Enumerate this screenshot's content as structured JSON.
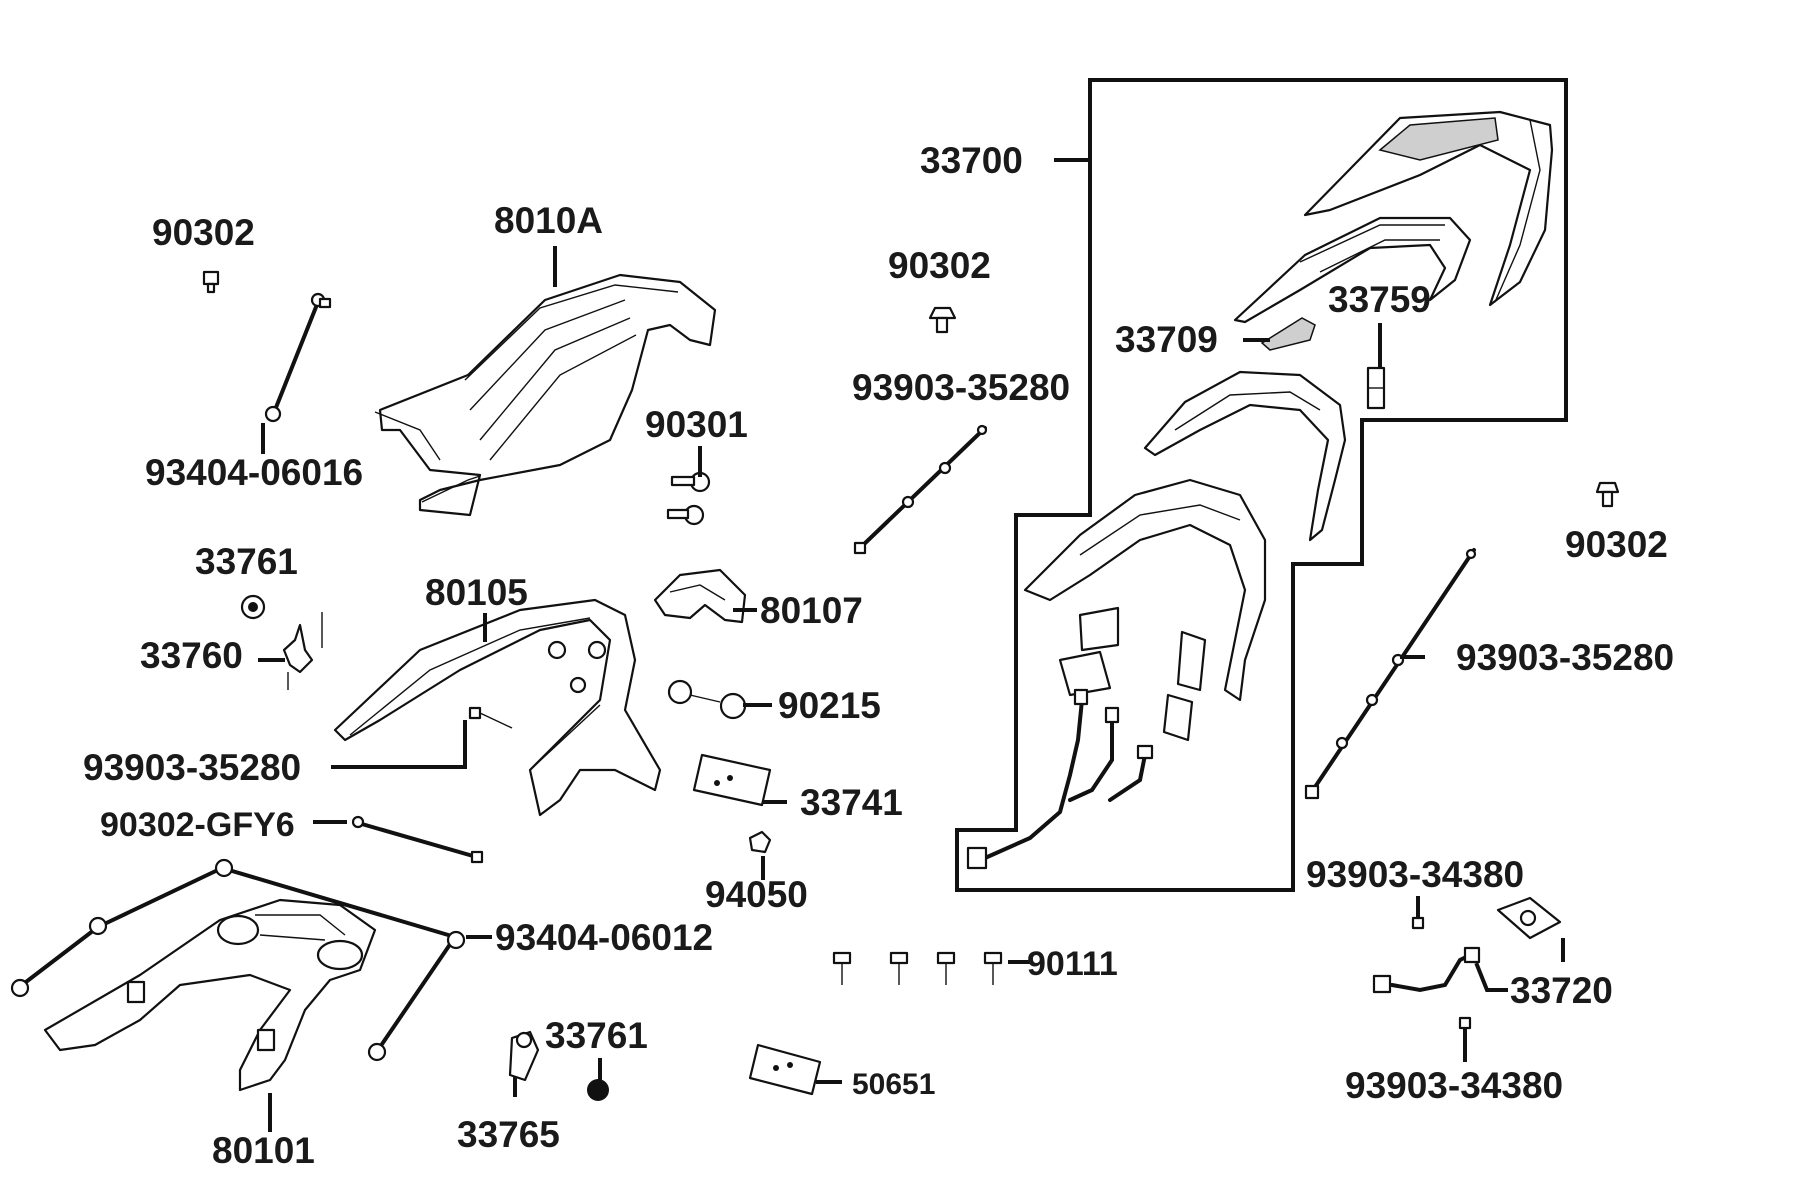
{
  "labels": {
    "p90302_a": "90302",
    "p8010A": "8010A",
    "p93404_06016": "93404-06016",
    "p90301": "90301",
    "p33761_a": "33761",
    "p33760": "33760",
    "p80105": "80105",
    "p80107": "80107",
    "p90215": "90215",
    "p93903_35280_a": "93903-35280",
    "p90302_GFY6": "90302-GFY6",
    "p33741": "33741",
    "p94050": "94050",
    "p93404_06012": "93404-06012",
    "p80101": "80101",
    "p33761_b": "33761",
    "p33765": "33765",
    "p50651": "50651",
    "p90111": "90111",
    "p33700": "33700",
    "p90302_b": "90302",
    "p93903_35280_b": "93903-35280",
    "p33709": "33709",
    "p33759": "33759",
    "p90302_c": "90302",
    "p93903_35280_c": "93903-35280",
    "p93903_34380_a": "93903-34380",
    "p33720": "33720",
    "p93903_34380_b": "93903-34380"
  }
}
